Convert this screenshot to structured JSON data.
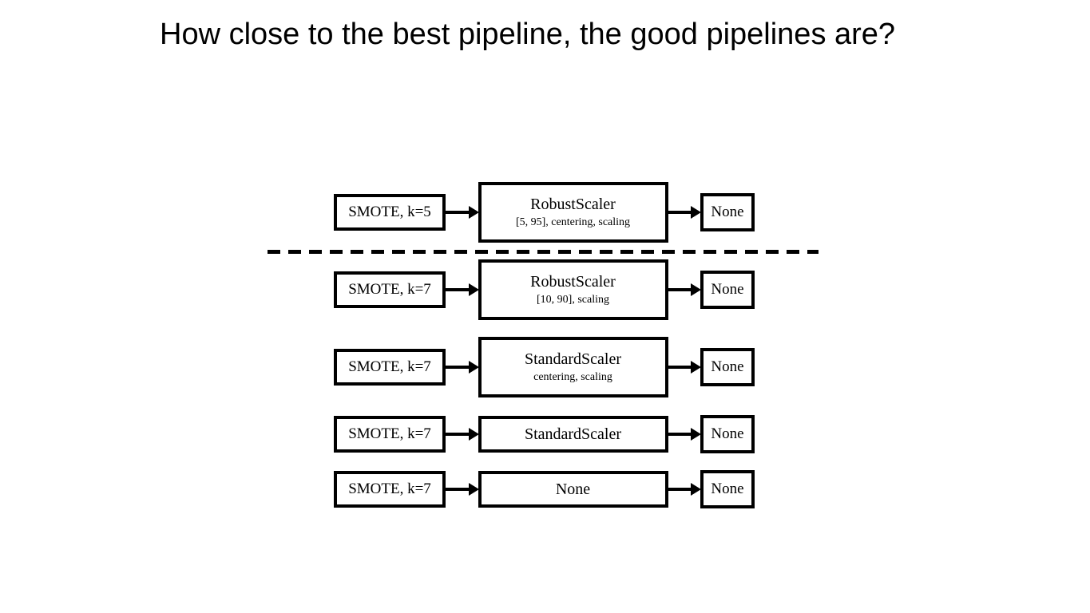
{
  "slide": {
    "title": "How close to the best pipeline, the good pipelines are?"
  },
  "diagram": {
    "type": "pipeline-flow-diagram",
    "colors": {
      "background": "#ffffff",
      "box_border": "#000000",
      "text": "#000000",
      "arrow": "#000000",
      "separator": "#000000"
    },
    "separator": {
      "style": "dashed",
      "meaning": "separates the best pipeline (above) from the good pipelines (below)"
    },
    "pipelines": [
      {
        "sampler": "SMOTE, k=5",
        "scaler": "RobustScaler",
        "scaler_params": "[5, 95], centering, scaling",
        "classifier": "None"
      },
      {
        "sampler": "SMOTE, k=7",
        "scaler": "RobustScaler",
        "scaler_params": "[10, 90], scaling",
        "classifier": "None"
      },
      {
        "sampler": "SMOTE, k=7",
        "scaler": "StandardScaler",
        "scaler_params": "centering, scaling",
        "classifier": "None"
      },
      {
        "sampler": "SMOTE, k=7",
        "scaler": "StandardScaler",
        "scaler_params": "",
        "classifier": "None"
      },
      {
        "sampler": "SMOTE, k=7",
        "scaler": "None",
        "scaler_params": "",
        "classifier": "None"
      }
    ]
  }
}
